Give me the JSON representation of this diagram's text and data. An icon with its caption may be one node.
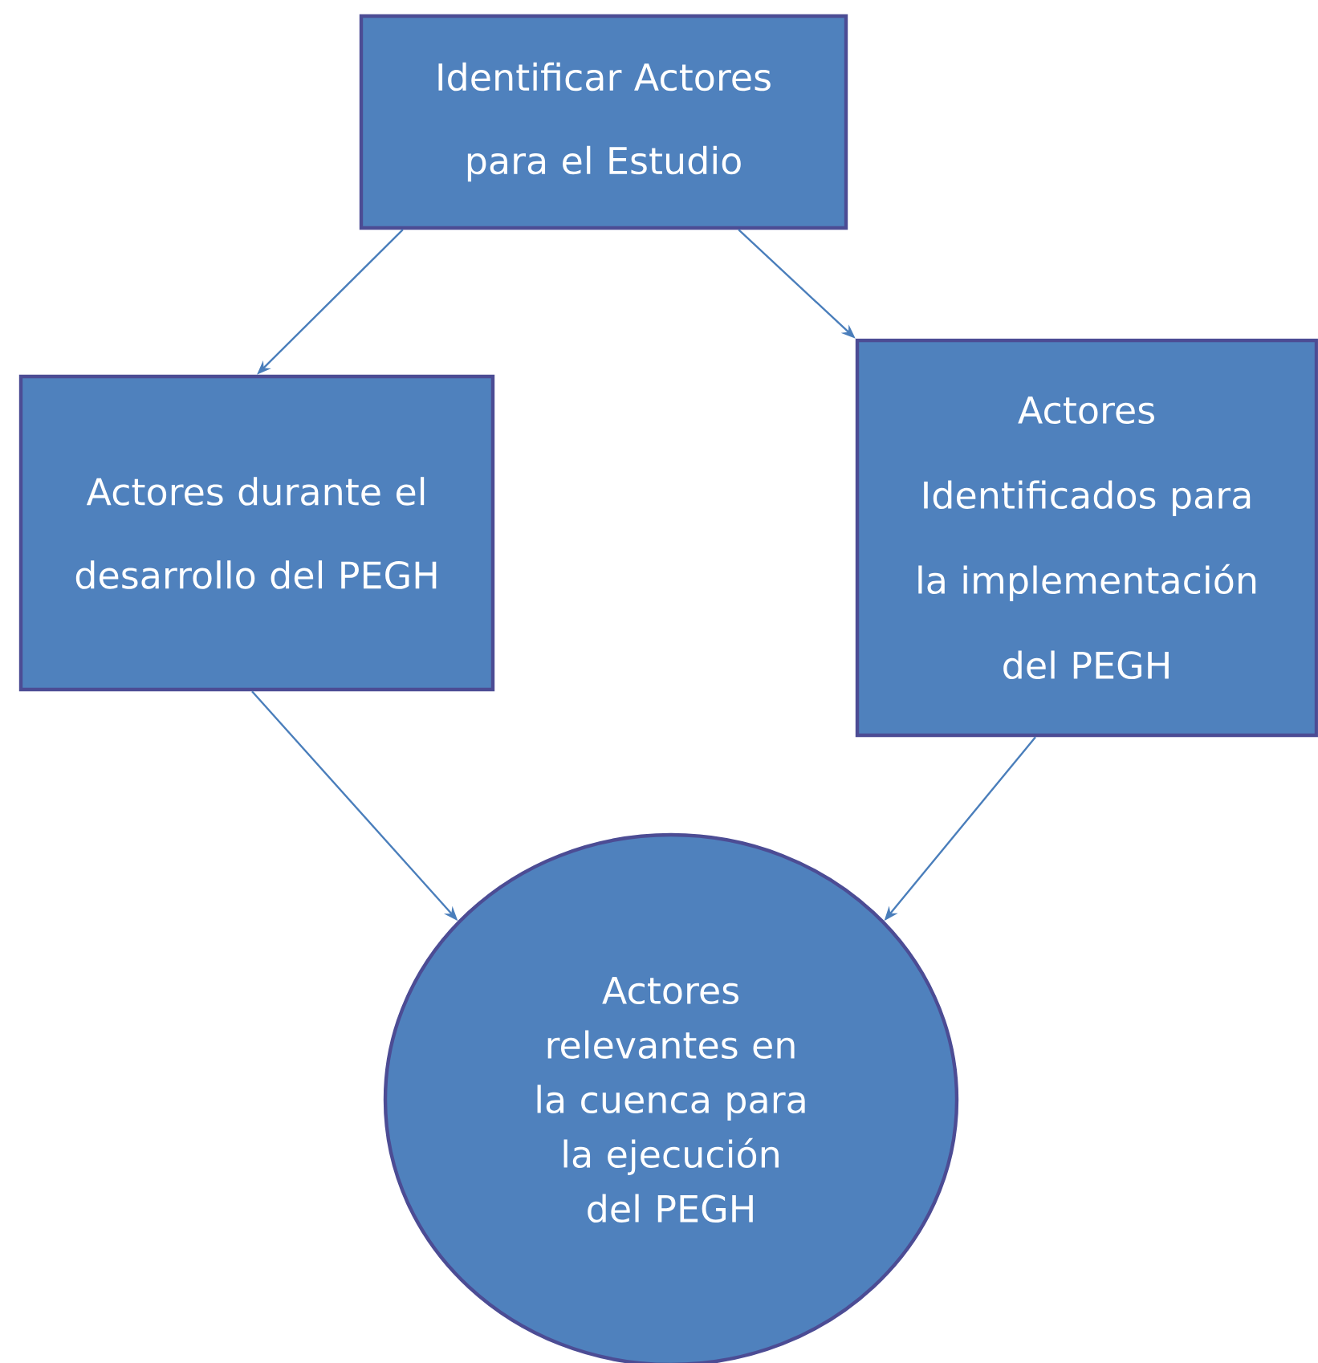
{
  "diagram": {
    "nodes": [
      {
        "text": [
          "Identificar Actores para el Estudio"
        ]
      },
      {
        "text": [
          "Actores durante el desarrollo del PEGH"
        ]
      },
      {
        "text": [
          "Actores Identificados para la implementación del PEGH"
        ]
      },
      {
        "text": [
          "Actores relevantes en la cuenca para la ejecución del PEGH"
        ]
      }
    ],
    "edges": [
      {
        "from": 0,
        "to": 1,
        "arrow": "to"
      },
      {
        "from": 0,
        "to": 2,
        "arrow": "to"
      },
      {
        "from": 1,
        "to": 3,
        "arrow": "to"
      },
      {
        "from": 2,
        "to": 3,
        "arrow": "to"
      }
    ]
  }
}
